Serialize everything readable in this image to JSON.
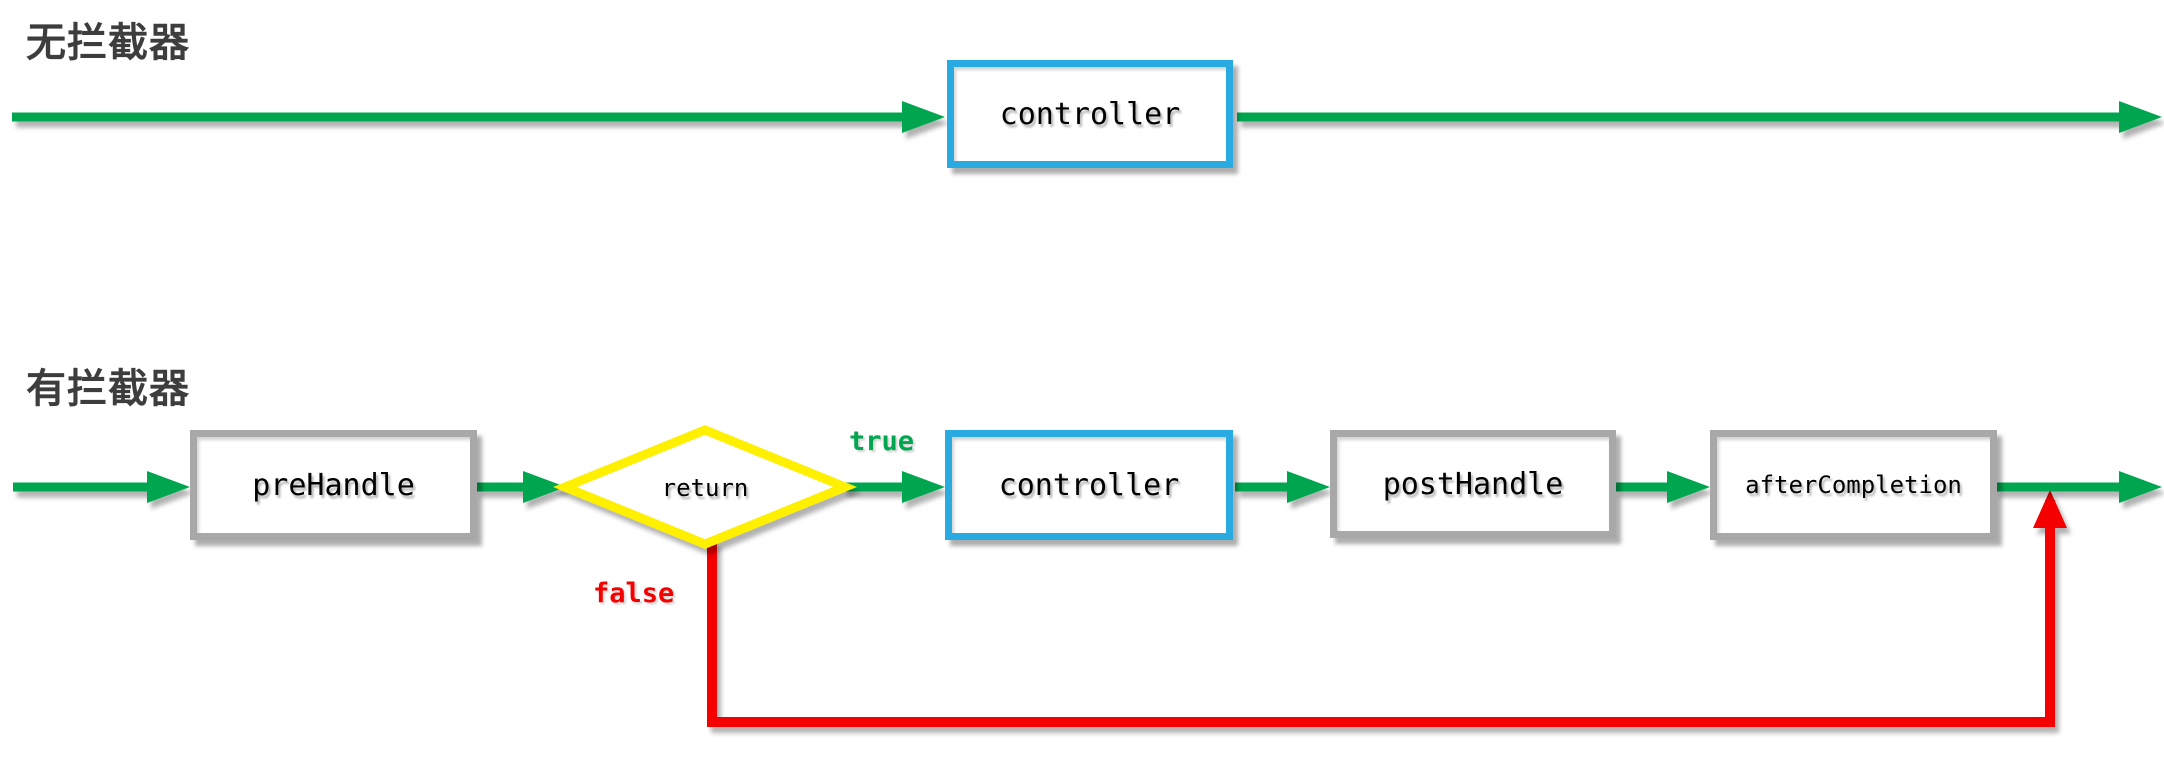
{
  "diagram": {
    "section_no_interceptor": {
      "title": "无拦截器",
      "controller_label": "controller"
    },
    "section_with_interceptor": {
      "title": "有拦截器",
      "prehandle_label": "preHandle",
      "return_label": "return",
      "true_label": "true",
      "false_label": "false",
      "controller_label": "controller",
      "posthandle_label": "postHandle",
      "aftercompletion_label": "afterCompletion"
    },
    "colors": {
      "arrow_green": "#00a650",
      "controller_border_blue": "#29abe2",
      "decision_border_yellow": "#fff000",
      "false_path_red": "#f40000",
      "box_border_gray": "#a8a8a8",
      "title_gray": "#3d3d3d"
    }
  }
}
